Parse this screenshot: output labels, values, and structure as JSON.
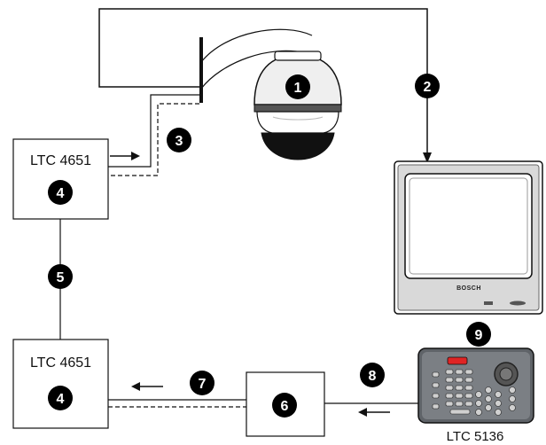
{
  "boxes": {
    "ltc_top": "LTC 4651",
    "ltc_bottom": "LTC 4651"
  },
  "badges": [
    "1",
    "2",
    "3",
    "4",
    "4",
    "5",
    "6",
    "7",
    "8",
    "9"
  ],
  "monitor_brand": "BOSCH",
  "keyboard_caption": "LTC 5136",
  "colors": {
    "line": "#111111",
    "badge_fill": "#000000",
    "monitor_face": "#d9d9d9",
    "keyboard_face": "#7b7f84",
    "keyboard_red_button": "#e02424"
  }
}
